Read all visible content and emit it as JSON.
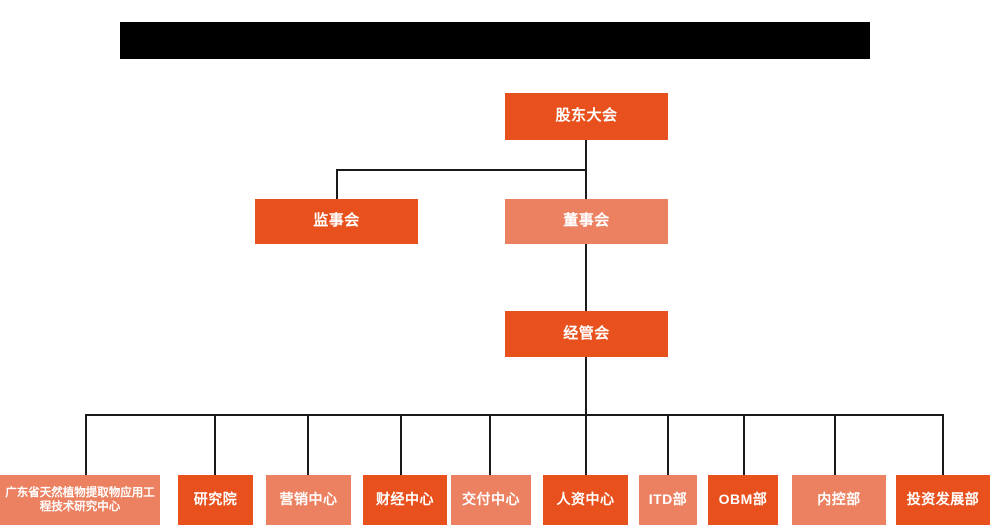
{
  "page": {
    "background_color": "#ffffff",
    "title_bar": {
      "name": "redacted-title-bar",
      "label": "",
      "color": "#000000"
    }
  },
  "palette": {
    "dark_orange": "#E8511D",
    "light_orange": "#EC8161",
    "connector": "#1a1a1a",
    "node_text": "#ffffff"
  },
  "chart_data": {
    "type": "org-chart",
    "title": "",
    "orientation": "top-down",
    "levels": [
      {
        "level": 1,
        "nodes": [
          {
            "id": "shareholders-meeting",
            "label": "股东大会",
            "shade": "dark"
          }
        ]
      },
      {
        "level": 2,
        "nodes": [
          {
            "id": "board-of-supervisors",
            "label": "监事会",
            "shade": "dark"
          },
          {
            "id": "board-of-directors",
            "label": "董事会",
            "shade": "light"
          }
        ]
      },
      {
        "level": 3,
        "nodes": [
          {
            "id": "management-committee",
            "label": "经管会",
            "shade": "dark"
          }
        ]
      },
      {
        "level": 4,
        "nodes": [
          {
            "id": "guangdong-research-center",
            "label": "广东省天然植物提取物应用工程技术研究中心",
            "shade": "light"
          },
          {
            "id": "research-institute",
            "label": "研究院",
            "shade": "dark"
          },
          {
            "id": "marketing-center",
            "label": "营销中心",
            "shade": "light"
          },
          {
            "id": "finance-center",
            "label": "财经中心",
            "shade": "dark"
          },
          {
            "id": "delivery-center",
            "label": "交付中心",
            "shade": "light"
          },
          {
            "id": "hr-center",
            "label": "人资中心",
            "shade": "dark"
          },
          {
            "id": "itd-department",
            "label": "ITD部",
            "shade": "light"
          },
          {
            "id": "obm-department",
            "label": "OBM部",
            "shade": "dark"
          },
          {
            "id": "internal-control-department",
            "label": "内控部",
            "shade": "light"
          },
          {
            "id": "investment-development-department",
            "label": "投资发展部",
            "shade": "dark"
          }
        ]
      }
    ],
    "edges": [
      {
        "from": "shareholders-meeting",
        "to": "board-of-supervisors"
      },
      {
        "from": "shareholders-meeting",
        "to": "board-of-directors"
      },
      {
        "from": "board-of-directors",
        "to": "management-committee"
      },
      {
        "from": "management-committee",
        "to": "guangdong-research-center"
      },
      {
        "from": "management-committee",
        "to": "research-institute"
      },
      {
        "from": "management-committee",
        "to": "marketing-center"
      },
      {
        "from": "management-committee",
        "to": "finance-center"
      },
      {
        "from": "management-committee",
        "to": "delivery-center"
      },
      {
        "from": "management-committee",
        "to": "hr-center"
      },
      {
        "from": "management-committee",
        "to": "itd-department"
      },
      {
        "from": "management-committee",
        "to": "obm-department"
      },
      {
        "from": "management-committee",
        "to": "internal-control-department"
      },
      {
        "from": "management-committee",
        "to": "investment-development-department"
      }
    ]
  }
}
